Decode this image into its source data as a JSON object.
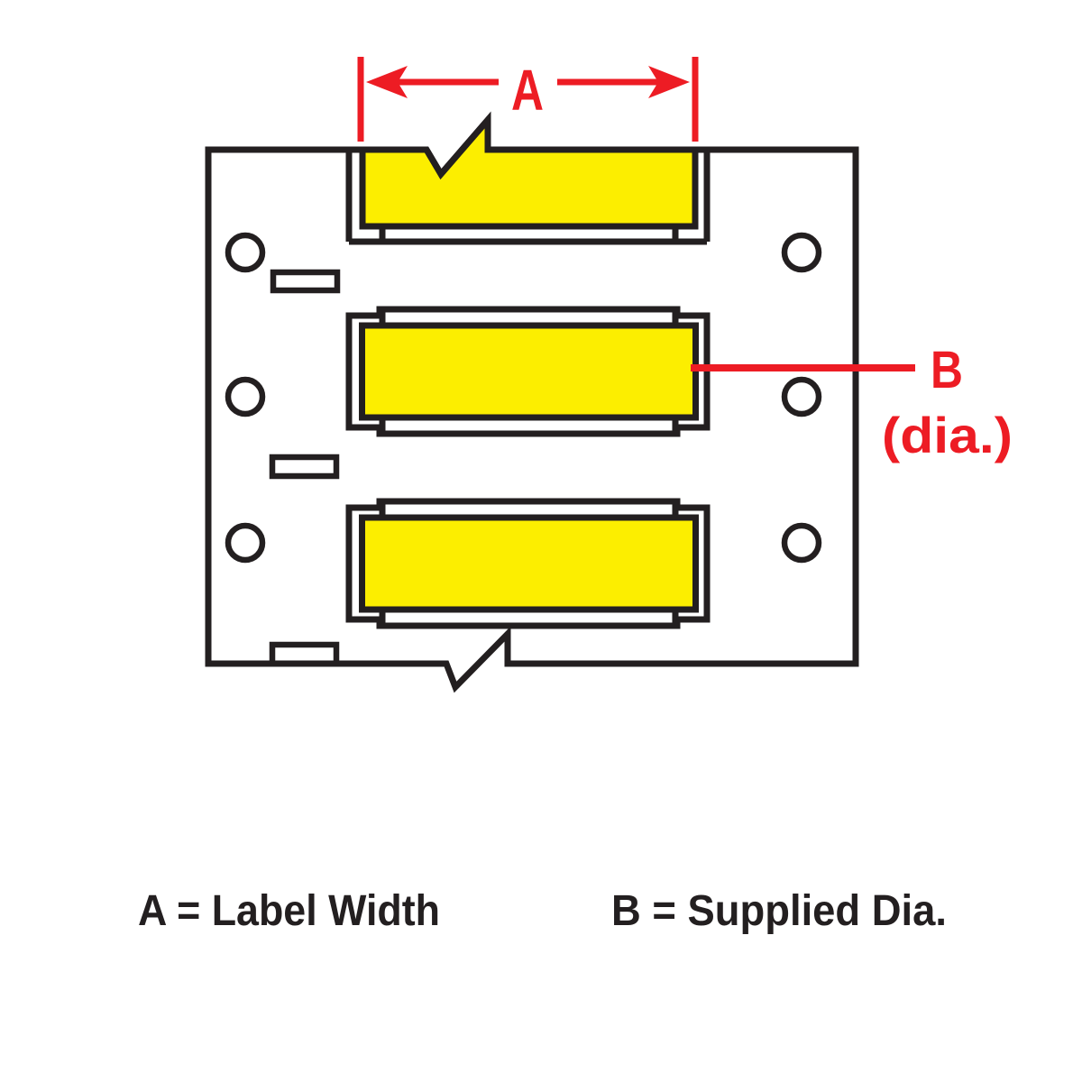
{
  "diagram": {
    "description": "Wire marker sleeve dimension diagram",
    "dimension_a": {
      "label": "A"
    },
    "dimension_b": {
      "label": "B",
      "qualifier": "(dia.)"
    },
    "legend": {
      "a_definition": "A = Label Width",
      "b_definition": "B = Supplied Dia."
    },
    "counts": {
      "sleeves": 3,
      "feed_holes": 6,
      "liner_slits": 3
    },
    "colors": {
      "sleeve_fill": "#FCEE00",
      "dimension_red": "#ED1C24",
      "outline_black": "#231F20",
      "background": "#FFFFFF"
    }
  }
}
